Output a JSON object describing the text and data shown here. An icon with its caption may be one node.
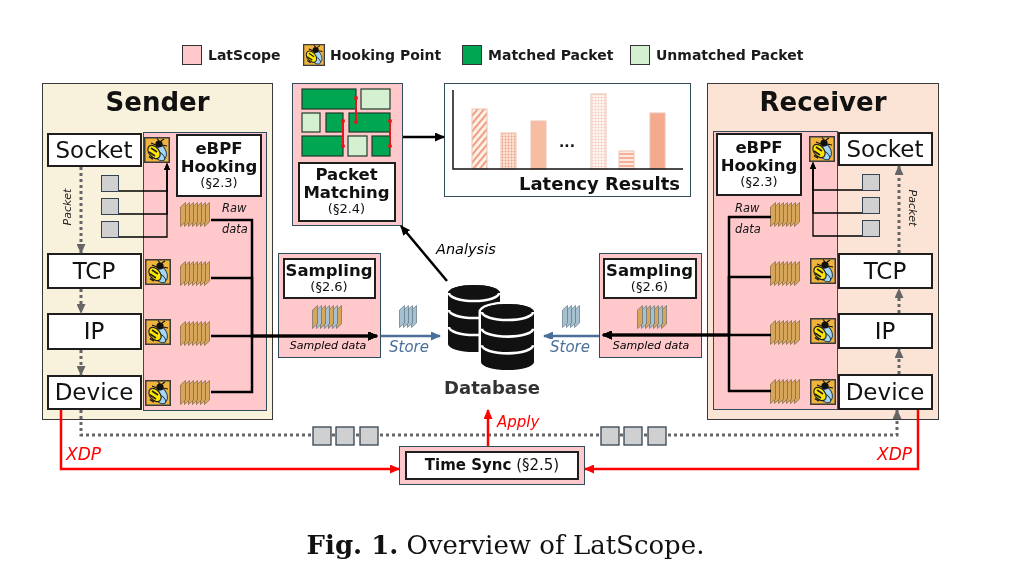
{
  "diagram": {
    "caption": "**Fig. 1.** Overview of LatScope.",
    "nodes": [
      {
        "text": [
          "Sender"
        ]
      },
      {
        "text": [],
        "shape": "box",
        "in": 0
      },
      {
        "text": [
          "Socket"
        ],
        "in": 0
      },
      {
        "text": [
          "eBPF Hooking",
          "(§2.3)"
        ],
        "in": 1
      },
      {
        "text": [
          "TCP"
        ],
        "in": 0
      },
      {
        "text": [
          "IP"
        ],
        "in": 0
      },
      {
        "text": [
          "Device"
        ],
        "in": 0
      },
      {
        "text": [],
        "shape": "box"
      },
      {
        "text": [
          "Packet Matching",
          "(§2.4)"
        ],
        "in": 7
      },
      {
        "text": [
          "...",
          "Latency Results"
        ]
      },
      {
        "text": [
          "Receiver"
        ]
      },
      {
        "text": [],
        "shape": "box",
        "in": 10
      },
      {
        "text": [
          "eBPF Hooking",
          "(§2.3)"
        ],
        "in": 11
      },
      {
        "text": [
          "Socket"
        ],
        "in": 10
      },
      {
        "text": [
          "TCP"
        ],
        "in": 10
      },
      {
        "text": [
          "IP"
        ],
        "in": 10
      },
      {
        "text": [
          "Device"
        ],
        "in": 10
      },
      {
        "text": [],
        "shape": "box"
      },
      {
        "text": [
          "Sampling",
          "(§2.6)"
        ],
        "in": 17
      },
      {
        "text": [
          "Database"
        ]
      },
      {
        "text": [],
        "shape": "box"
      },
      {
        "text": [
          "Sampling",
          "(§2.6)"
        ],
        "in": 20
      },
      {
        "text": [
          "**Time Sync** (§2.5)"
        ]
      },
      {
        "text": [],
        "shape": "box",
        "in": 0
      },
      {
        "text": [],
        "shape": "box",
        "in": 0
      },
      {
        "text": [],
        "shape": "box",
        "in": 0
      },
      {
        "text": [],
        "shape": "picture",
        "in": 1
      },
      {
        "text": [],
        "shape": "box",
        "in": 10
      },
      {
        "text": [],
        "shape": "box",
        "in": 10
      },
      {
        "text": [],
        "shape": "box",
        "in": 10
      },
      {
        "text": [],
        "shape": "picture",
        "in": 11
      },
      {
        "text": [],
        "shape": "picture",
        "in": 1,
        "beside": [
          "Raw data"
        ]
      },
      {
        "text": [],
        "shape": "picture",
        "in": 1
      },
      {
        "text": [],
        "shape": "picture",
        "in": 1
      },
      {
        "text": [],
        "shape": "picture",
        "in": 1
      },
      {
        "text": [],
        "shape": "picture",
        "in": 11,
        "beside": [
          "Raw data"
        ]
      },
      {
        "text": [],
        "shape": "picture",
        "in": 11
      },
      {
        "text": [],
        "shape": "picture",
        "in": 11
      },
      {
        "text": [],
        "shape": "picture",
        "in": 11
      }
    ],
    "edges": [
      {
        "from": 2,
        "to": 4,
        "arrow": "to",
        "style": "dashed",
        "color": "#666666",
        "label": "Packet"
      },
      {
        "from": 4,
        "to": 5,
        "arrow": "to",
        "style": "dashed",
        "color": "#666666"
      },
      {
        "from": 5,
        "to": 6,
        "arrow": "to",
        "style": "dashed",
        "color": "#666666"
      },
      {
        "from": 6,
        "to": 16,
        "arrow": "to",
        "style": "dashed",
        "color": "#666666"
      },
      {
        "from": 6,
        "to": 22,
        "arrow": "to",
        "color": "#ff0000",
        "label": "XDP"
      },
      {
        "from": 33,
        "to": 17,
        "arrow": "to",
        "label": "Sampled data"
      },
      {
        "from": 17,
        "to": 19,
        "arrow": "to",
        "color": "#4a6f99",
        "label": "Store"
      },
      {
        "from": 19,
        "to": 7,
        "arrow": "to",
        "label": "Analysis"
      },
      {
        "from": 7,
        "to": 9,
        "arrow": "to"
      },
      {
        "from": 37,
        "to": 20,
        "arrow": "to",
        "label": "Sampled data"
      },
      {
        "from": 20,
        "to": 19,
        "arrow": "to",
        "color": "#4a6f99",
        "label": "Store"
      },
      {
        "from": 22,
        "to": 19,
        "arrow": "to",
        "color": "#ff0000",
        "label": "Apply"
      },
      {
        "from": 16,
        "to": 15,
        "arrow": "to",
        "style": "dashed",
        "color": "#666666"
      },
      {
        "from": 15,
        "to": 14,
        "arrow": "to",
        "style": "dashed",
        "color": "#666666"
      },
      {
        "from": 14,
        "to": 13,
        "arrow": "to",
        "style": "dashed",
        "color": "#666666",
        "label": "Packet"
      },
      {
        "from": 16,
        "to": 22,
        "arrow": "to",
        "color": "#ff0000",
        "label": "XDP"
      },
      {
        "from": 23,
        "to": 26,
        "arrow": "to"
      },
      {
        "from": 24,
        "to": 26,
        "arrow": "to"
      },
      {
        "from": 25,
        "to": 26,
        "arrow": "to"
      },
      {
        "from": 27,
        "to": 30,
        "arrow": "to"
      },
      {
        "from": 28,
        "to": 30,
        "arrow": "to"
      },
      {
        "from": 29,
        "to": 30,
        "arrow": "to"
      },
      {
        "from": 31,
        "to": 17,
        "arrow": "to"
      },
      {
        "from": 32,
        "to": 17,
        "arrow": "to"
      },
      {
        "from": 34,
        "to": 17,
        "arrow": "to"
      },
      {
        "from": 35,
        "to": 20,
        "arrow": "to"
      },
      {
        "from": 36,
        "to": 20,
        "arrow": "to"
      },
      {
        "from": 38,
        "to": 20,
        "arrow": "to"
      }
    ],
    "legend": [
      {
        "text": "LatScope",
        "color": "#ffc9cc"
      },
      {
        "text": "Hooking Point"
      },
      {
        "text": "Matched Packet",
        "color": "#00a651"
      },
      {
        "text": "Unmatched Packet",
        "color": "#d5efd1"
      }
    ]
  }
}
